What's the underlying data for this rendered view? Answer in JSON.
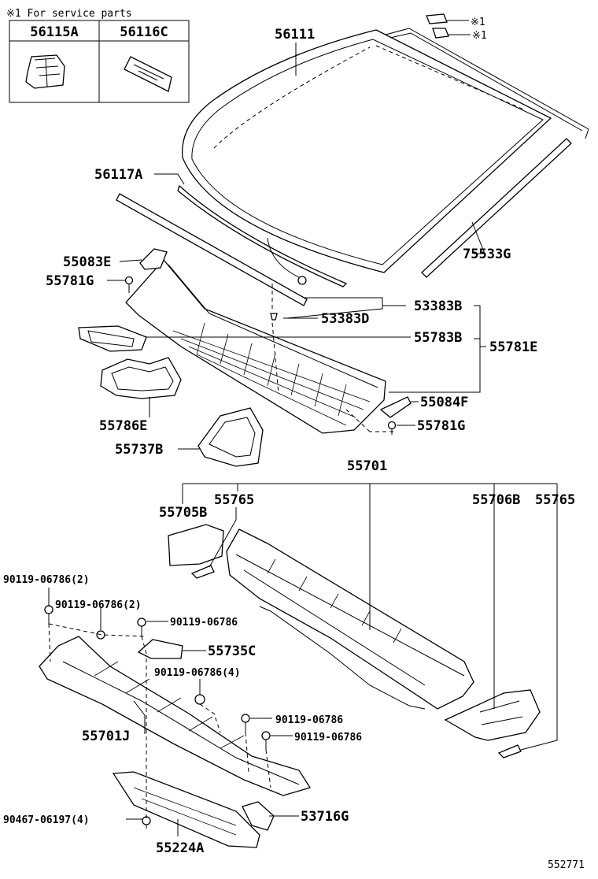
{
  "service_note": "※1 For service parts",
  "inset": {
    "left_part": "56115A",
    "right_part": "56116C"
  },
  "labels": {
    "p56111": "56111",
    "mark1a": "※1",
    "mark1b": "※1",
    "p56117A": "56117A",
    "p75533G": "75533G",
    "p55083E": "55083E",
    "p55781G_top": "55781G",
    "p53383B": "53383B",
    "p53383D": "53383D",
    "p55783B": "55783B",
    "p55781E": "55781E",
    "p55084F": "55084F",
    "p55781G_bot": "55781G",
    "p55786E": "55786E",
    "p55737B": "55737B",
    "p55701": "55701",
    "p55705B": "55705B",
    "p55765_left": "55765",
    "p55706B": "55706B",
    "p55765_right": "55765",
    "b1": "90119-06786(2)",
    "b2": "90119-06786(2)",
    "b3": "90119-06786",
    "p55735C": "55735C",
    "b4": "90119-06786(4)",
    "p55701J": "55701J",
    "b5": "90119-06786",
    "b6": "90119-06786",
    "b7": "90467-06197(4)",
    "p53716G": "53716G",
    "p55224A": "55224A",
    "diagram_id": "552771"
  }
}
